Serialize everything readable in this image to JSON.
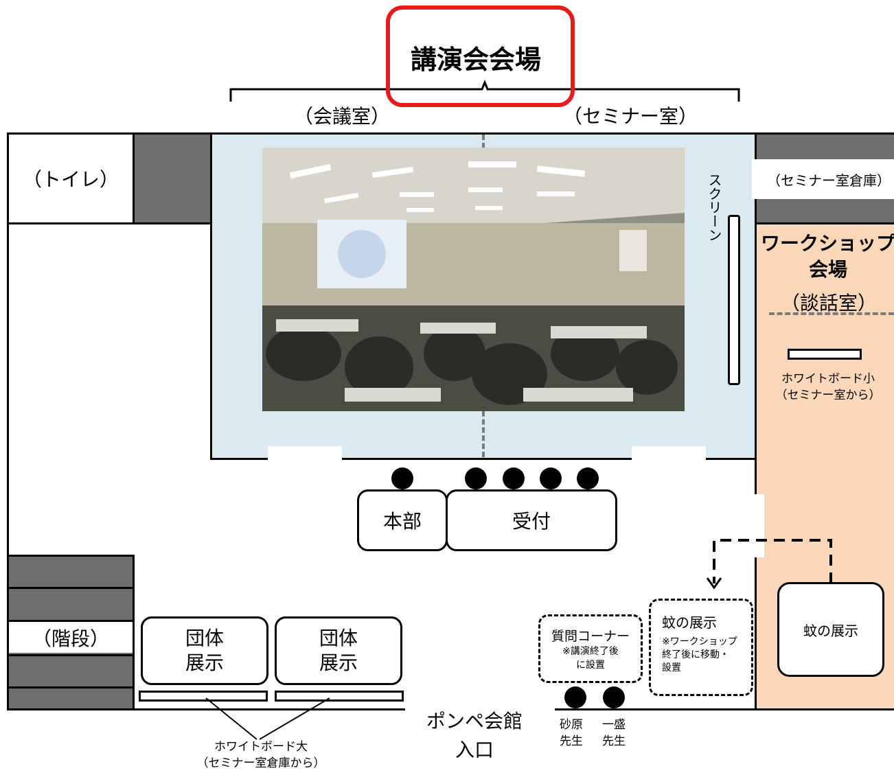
{
  "title": "講演会会場",
  "rooms": {
    "conference": "（会議室）",
    "seminar": "（セミナー室）",
    "toilet": "（トイレ）",
    "seminar_storage": "（セミナー室倉庫）",
    "stairs": "（階段）",
    "workshop_title": "ワークショップ\n会場",
    "workshop_sub": "（談話室）"
  },
  "labels": {
    "screen": "スクリーン",
    "honbu": "本部",
    "uketsuke": "受付",
    "group_exhibit": "団体\n展示",
    "whiteboard_small": "ホワイトボード小\n（セミナー室から）",
    "whiteboard_large": "ホワイトボード大\n（セミナー室倉庫から）",
    "entrance": "ポンペ会館\n入口",
    "question_corner": "質問コーナー",
    "question_note": "※講演終了後\nに設置",
    "mosquito_exhibit": "蚊の展示",
    "mosquito_note": "※ワークショップ\n終了後に移動・\n設置",
    "mosquito_exhibit_right": "蚊の展示",
    "teacher_sunahara": "砂原\n先生",
    "teacher_ichimori": "一盛\n先生"
  },
  "photo": {
    "alt": "講演会の会場写真"
  },
  "colors": {
    "highlight": "#e81b1b",
    "room_blue": "#dbeaf1",
    "workshop_peach": "#fbd7b9",
    "wall_gray": "#6e6e6e"
  }
}
